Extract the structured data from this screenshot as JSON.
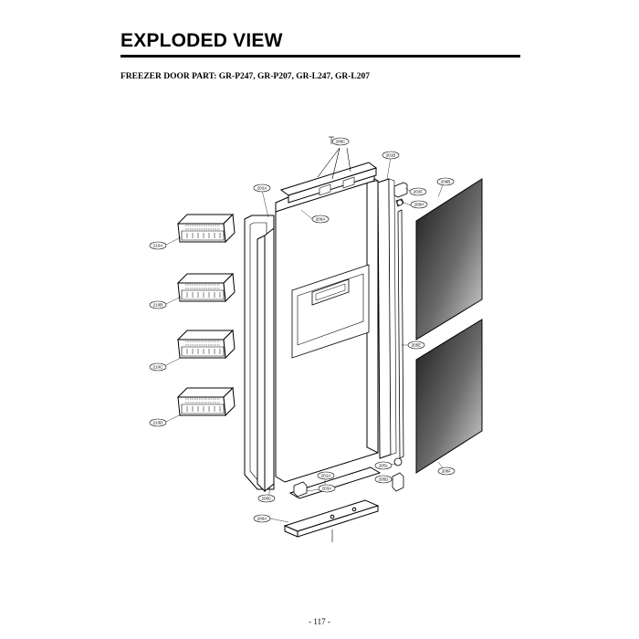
{
  "header": {
    "title": "EXPLODED VIEW",
    "subtitle": "FREEZER DOOR PART: GR-P247, GR-P207, GR-L247, GR-L207"
  },
  "callouts": {
    "c206C": "206C",
    "c201B": "201B",
    "c202A": "202A",
    "c203F": "203F",
    "c206B": "206B",
    "c205H": "205H",
    "c200A": "200A",
    "c210A": "210A",
    "c210B": "210B",
    "c205E": "205E",
    "c210C": "210C",
    "c210D": "210D",
    "c205L": "205L",
    "c201A": "201A",
    "c205D": "205D",
    "c206F": "206F",
    "c203A": "203A",
    "c205C": "205C",
    "c206A": "206A"
  },
  "footer": {
    "page_number": "- 117 -"
  }
}
